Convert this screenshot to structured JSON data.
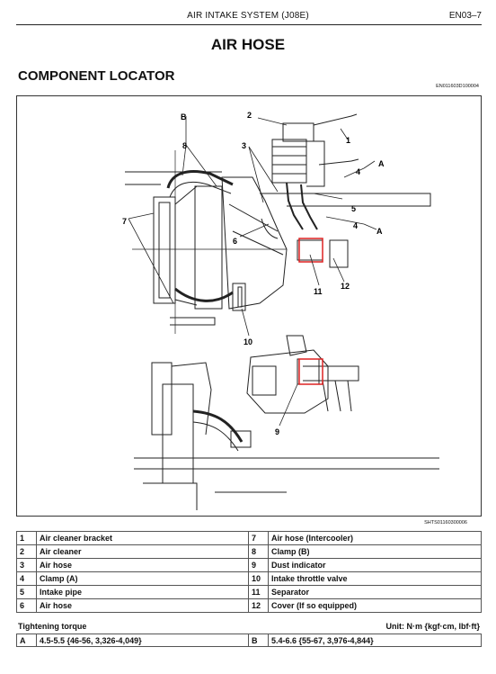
{
  "header": {
    "section_title": "AIR INTAKE SYSTEM (J08E)",
    "page_number": "EN03–7"
  },
  "page_title": "AIR HOSE",
  "section_heading": "COMPONENT LOCATOR",
  "figure": {
    "code_top": "EN011603D100004",
    "code_bottom": "SHTS01160300006",
    "callouts": {
      "c1": "1",
      "c2": "2",
      "c3": "3",
      "c4a": "4",
      "c4b": "4",
      "c5": "5",
      "c6": "6",
      "c7": "7",
      "c8": "8",
      "c9": "9",
      "c10": "10",
      "c11": "11",
      "c12": "12",
      "cA1": "A",
      "cA2": "A",
      "cB": "B"
    }
  },
  "legend": {
    "rows": [
      {
        "n1": "1",
        "l1": "Air cleaner bracket",
        "n2": "7",
        "l2": "Air hose (Intercooler)"
      },
      {
        "n1": "2",
        "l1": "Air cleaner",
        "n2": "8",
        "l2": "Clamp (B)"
      },
      {
        "n1": "3",
        "l1": "Air hose",
        "n2": "9",
        "l2": "Dust indicator"
      },
      {
        "n1": "4",
        "l1": "Clamp (A)",
        "n2": "10",
        "l2": "Intake throttle valve"
      },
      {
        "n1": "5",
        "l1": "Intake pipe",
        "n2": "11",
        "l2": "Separator"
      },
      {
        "n1": "6",
        "l1": "Air hose",
        "n2": "12",
        "l2": "Cover (If so equipped)"
      }
    ]
  },
  "torque": {
    "title": "Tightening torque",
    "unit": "Unit: N·m {kgf·cm, lbf·ft}",
    "a_label": "A",
    "a_value": "4.5-5.5 {46-56, 3,326-4,049}",
    "b_label": "B",
    "b_value": "5.4-6.6 {55-67, 3,976-4,844}"
  }
}
